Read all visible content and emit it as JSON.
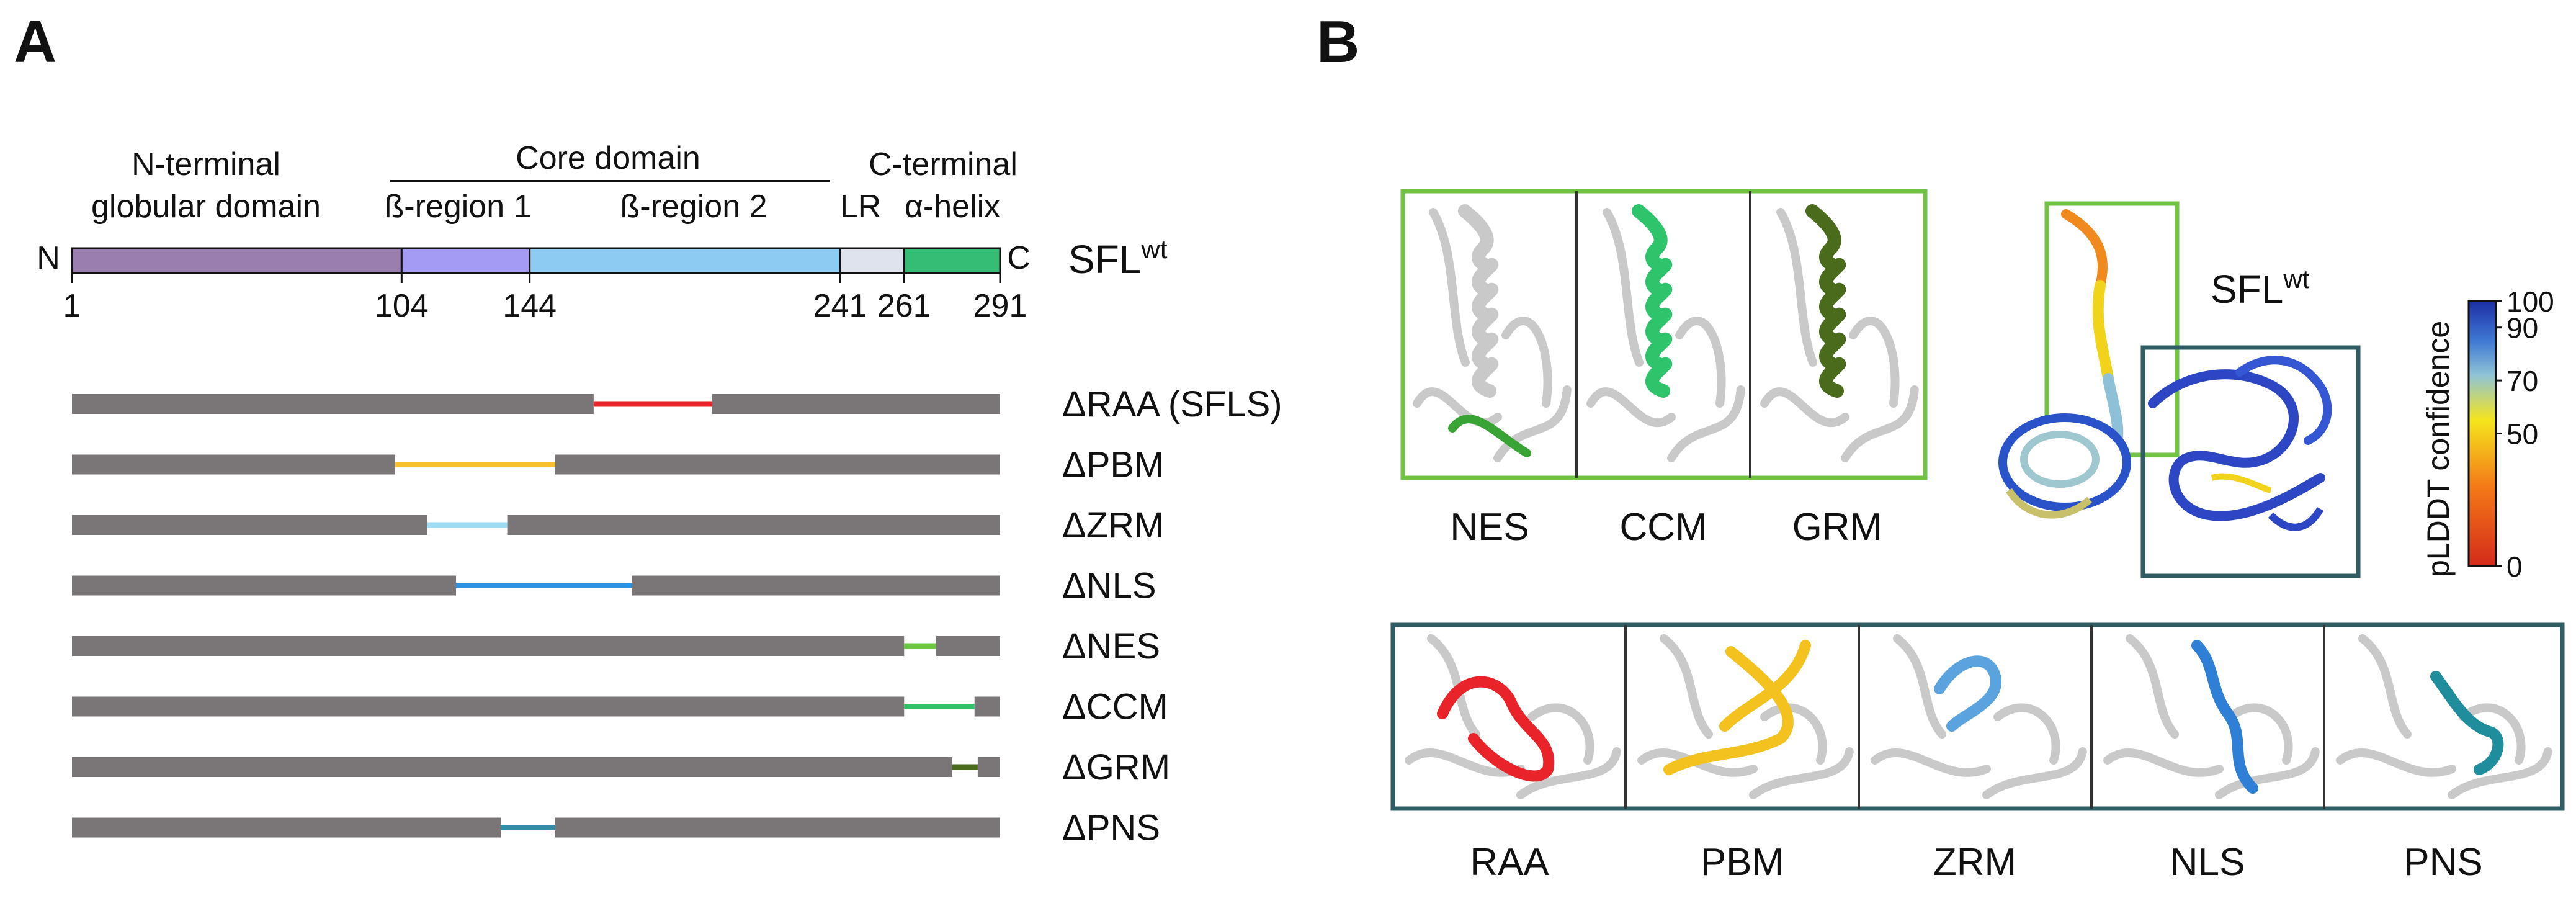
{
  "panels": {
    "a": "A",
    "b": "B"
  },
  "domain_map": {
    "terminal_n": "N",
    "terminal_c": "C",
    "core_title": "Core domain",
    "domains": [
      {
        "line1": "N-terminal",
        "line2": "globular domain",
        "start": 1,
        "end": 104,
        "color": "#9b7eb0"
      },
      {
        "line1": "",
        "line2": "ß-region 1",
        "start": 104,
        "end": 144,
        "color": "#a49cf4"
      },
      {
        "line1": "",
        "line2": "ß-region 2",
        "start": 144,
        "end": 241,
        "color": "#8ecbf2"
      },
      {
        "line1": "",
        "line2": "LR",
        "start": 241,
        "end": 261,
        "color": "#dfe3ee"
      },
      {
        "line1": "C-terminal",
        "line2": "α-helix",
        "start": 261,
        "end": 291,
        "color": "#35bd75"
      }
    ],
    "positions": [
      "1",
      "104",
      "144",
      "241",
      "261",
      "291"
    ],
    "wt_label": "SFL",
    "wt_sup": "wt"
  },
  "constructs": [
    {
      "label": "ΔRAA (SFLS)",
      "del_start": 164,
      "del_end": 201,
      "color": "#e8232a"
    },
    {
      "label": "ΔPBM",
      "del_start": 102,
      "del_end": 152,
      "color": "#f7c12e"
    },
    {
      "label": "ΔZRM",
      "del_start": 112,
      "del_end": 137,
      "color": "#9ddcf3"
    },
    {
      "label": "ΔNLS",
      "del_start": 121,
      "del_end": 176,
      "color": "#2a92e0"
    },
    {
      "label": "ΔNES",
      "del_start": 261,
      "del_end": 271,
      "color": "#6cc742"
    },
    {
      "label": "ΔCCM",
      "del_start": 261,
      "del_end": 283,
      "color": "#2dc46c"
    },
    {
      "label": "ΔGRM",
      "del_start": 276,
      "del_end": 284,
      "color": "#4a6b1c"
    },
    {
      "label": "ΔPNS",
      "del_start": 135,
      "del_end": 152,
      "color": "#2f8fa6"
    }
  ],
  "structures": {
    "top_captions": [
      "NES",
      "CCM",
      "GRM"
    ],
    "bottom_captions": [
      "RAA",
      "PBM",
      "ZRM",
      "NLS",
      "PNS"
    ],
    "wt_label": "SFL",
    "wt_sup": "wt",
    "top_colors": [
      "#3aa335",
      "#2dc46c",
      "#4a6b1c"
    ],
    "bottom_colors": [
      "#e8232a",
      "#f3c21e",
      "#5aa3df",
      "#2f7fd6",
      "#1f8d9c"
    ],
    "top_box_color": "#72c244",
    "bottom_box_color": "#2f5d63"
  },
  "colorbar": {
    "title": "pLDDT confidence",
    "ticks": [
      "100",
      "90",
      "70",
      "50",
      "0"
    ],
    "tick_values": [
      100,
      90,
      70,
      50,
      0
    ]
  }
}
